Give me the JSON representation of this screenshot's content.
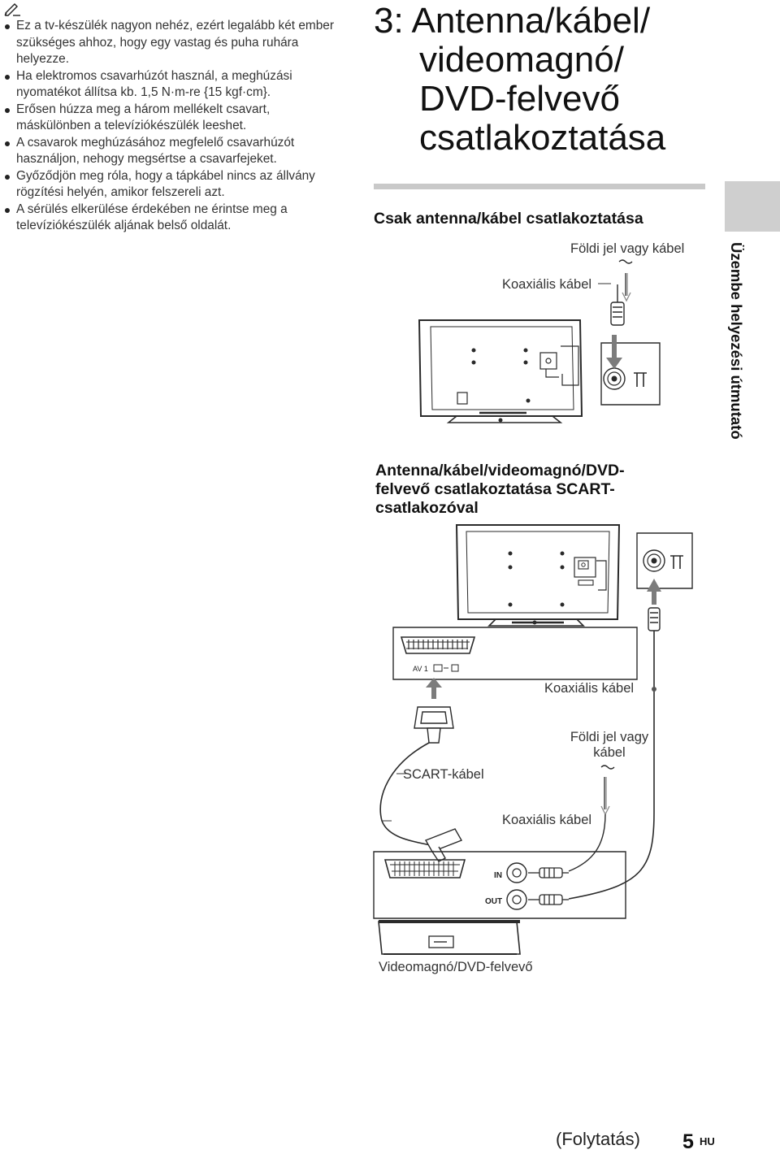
{
  "notes": {
    "icon": "pencil-note-icon",
    "bullets": [
      "Ez a tv-készülék nagyon nehéz, ezért legalább két ember szükséges ahhoz, hogy egy vastag és puha ruhára helyezze.",
      "Ha elektromos csavarhúzót használ, a meghúzási nyomatékot állítsa kb. 1,5 N·m-re {15 kgf·cm}.",
      "Erősen húzza meg a három mellékelt csavart, máskülönben a televíziókészülék leeshet.",
      "A csavarok meghúzásához megfelelő csavarhúzót használjon, nehogy megsértse a csavarfejeket.",
      "Győződjön meg róla, hogy a tápkábel nincs az állvány rögzítési helyén, amikor felszereli azt.",
      "A sérülés elkerülése érdekében ne érintse meg a televíziókészülék aljának belső oldalát."
    ]
  },
  "title": {
    "line1": "3: Antenna/kábel/",
    "line2": "videomagnó/",
    "line3": "DVD-felvevő",
    "line4": "csatlakoztatása"
  },
  "side_tab": "Üzembe helyezési útmutató",
  "section1": {
    "heading": "Csak antenna/kábel csatlakoztatása",
    "label_ground": "Földi jel vagy kábel",
    "label_coax": "Koaxiális kábel"
  },
  "section2": {
    "heading": "Antenna/kábel/videomagnó/DVD-felvevő csatlakoztatása SCART-csatlakozóval",
    "label_coax_top": "Koaxiális kábel",
    "label_ground_line1": "Földi jel vagy",
    "label_ground_line2": "kábel",
    "label_scart": "SCART-kábel",
    "label_coax_bottom": "Koaxiális kábel",
    "label_av": "AV 1",
    "label_in": "IN",
    "label_out": "OUT",
    "label_device": "Videomagnó/DVD-felvevő"
  },
  "footer": {
    "continued": "(Folytatás)",
    "page_number": "5",
    "lang": "HU"
  }
}
